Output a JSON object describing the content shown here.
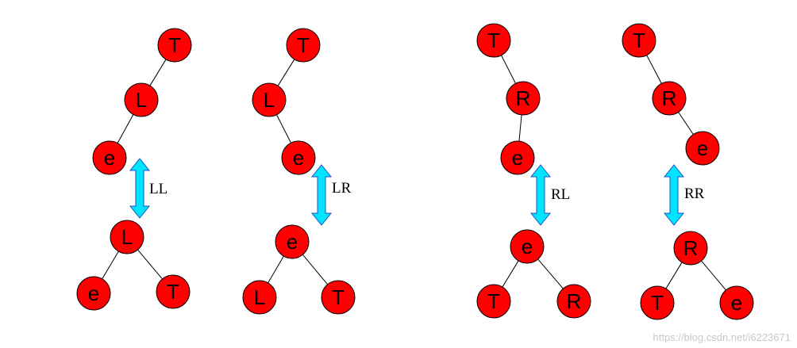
{
  "colors": {
    "node_fill": "#ff0000",
    "node_stroke": "#000000",
    "edge": "#000000",
    "arrow_fill": "#00e5ff",
    "arrow_stroke": "#1f4fbf"
  },
  "panels": [
    {
      "rotation_label": "LL",
      "before": {
        "root": "T",
        "child": "L",
        "grandchild": "e",
        "child_side": "left",
        "grandchild_side": "left"
      },
      "after": {
        "root": "L",
        "left": "e",
        "right": "T"
      }
    },
    {
      "rotation_label": "LR",
      "before": {
        "root": "T",
        "child": "L",
        "grandchild": "e",
        "child_side": "left",
        "grandchild_side": "right"
      },
      "after": {
        "root": "e",
        "left": "L",
        "right": "T"
      }
    },
    {
      "rotation_label": "RL",
      "before": {
        "root": "T",
        "child": "R",
        "grandchild": "e",
        "child_side": "right",
        "grandchild_side": "left"
      },
      "after": {
        "root": "e",
        "left": "T",
        "right": "R"
      }
    },
    {
      "rotation_label": "RR",
      "before": {
        "root": "T",
        "child": "R",
        "grandchild": "e",
        "child_side": "right",
        "grandchild_side": "right"
      },
      "after": {
        "root": "R",
        "left": "T",
        "right": "e"
      }
    }
  ],
  "watermark": "https://blog.csdn.net/i6223671"
}
